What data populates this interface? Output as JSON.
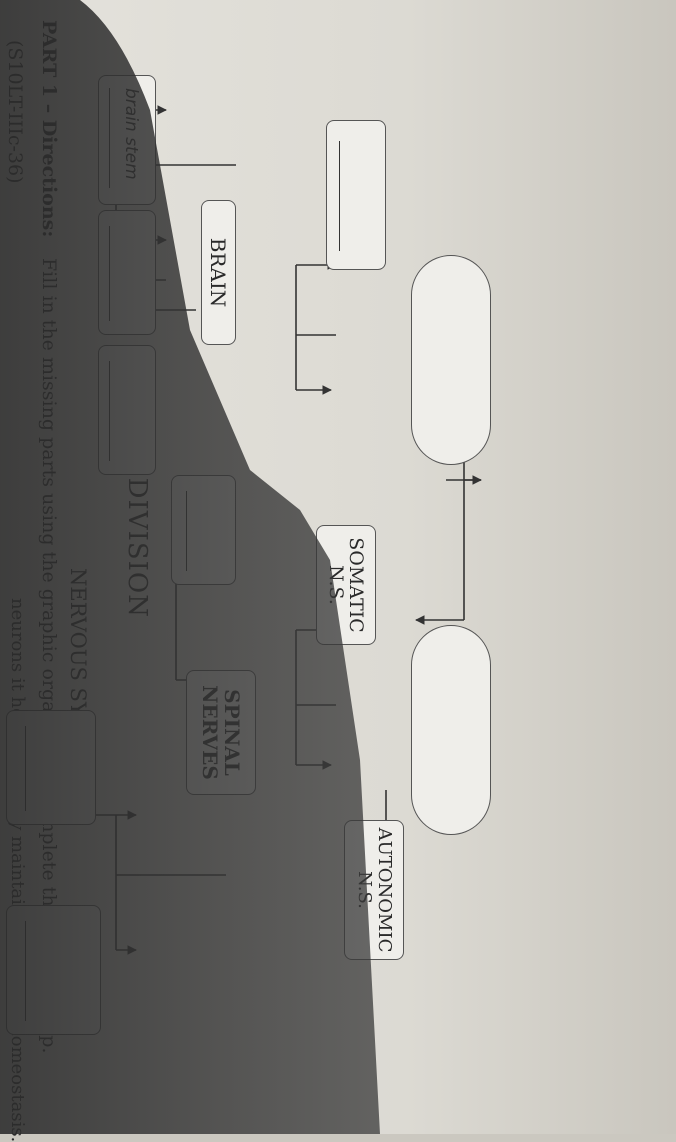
{
  "header": {
    "code": "(S10LT-IIIc-36)",
    "top_right": "neurons it helps the body maintain balance or homeostasis."
  },
  "directions": {
    "part": "PART 1 – Directions:",
    "text": "Fill in the missing parts using the graphic organizer to complete the concept map."
  },
  "map": {
    "title": "NERVOUS SYSTEM",
    "subtitle": "MAIN DIVISION",
    "somatic_line1": "SOMATIC",
    "somatic_line2": "N.S.",
    "autonomic_line1": "AUTONOMIC",
    "autonomic_line2": "N.S.",
    "spinal_line1": "SPINAL",
    "spinal_line2": "NERVES",
    "brain": "BRAIN",
    "handwritten_answer": "brain stem"
  },
  "colors": {
    "paper": "#e4e2dc",
    "ink": "#2a2a2a",
    "shadow": "#2b2b2b"
  }
}
